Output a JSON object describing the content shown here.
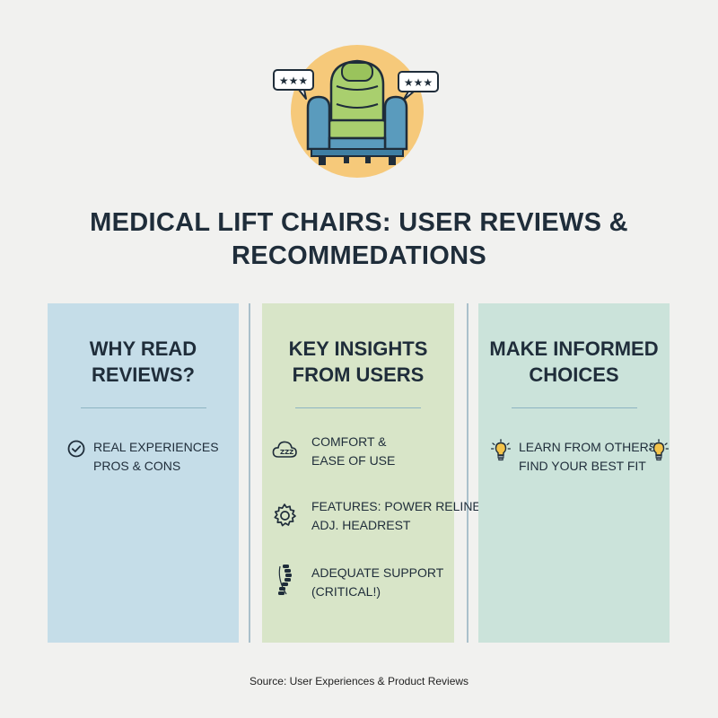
{
  "title": {
    "line1": "MEDICAL LIFT CHAIRS: USER REVIEWS &",
    "line2": "RECOMMEDATIONS"
  },
  "hero": {
    "icon": "lift-chair-icon",
    "bubble_left": "★★★",
    "bubble_right": "★★★"
  },
  "columns": [
    {
      "heading": [
        "WHY READ",
        "REVIEWS?"
      ],
      "items": [
        {
          "icon": "checkmark-icon",
          "lines": [
            "REAL EXPERIENCES",
            "PROS & CONS"
          ]
        }
      ]
    },
    {
      "heading": [
        "KEY INSIGHTS",
        "FROM USERS"
      ],
      "items": [
        {
          "icon": "cloud-sleep-icon",
          "lines": [
            "COMFORT &",
            "EASE OF USE"
          ]
        },
        {
          "icon": "gear-icon",
          "lines": [
            "FEATURES: POWER RELINE,",
            "ADJ. HEADREST"
          ]
        },
        {
          "icon": "spine-icon",
          "lines": [
            "ADEQUATE SUPPORT",
            "(CRITICAL!)"
          ]
        }
      ]
    },
    {
      "heading": [
        "MAKE INFORMED",
        "CHOICES"
      ],
      "items": [
        {
          "icon": "lightbulb-icon",
          "lines": [
            "LEARN FROM OTHERS",
            "FIND YOUR BEST FIT"
          ]
        }
      ]
    }
  ],
  "source": "Source: User Experiences & Product Reviews",
  "colors": {
    "background": "#f1f1ef",
    "column_blue": "#c5dde8",
    "column_green": "#d8e5c8",
    "column_teal": "#cbe3da",
    "hero_circle": "#f6c97a",
    "text": "#1f2d3a"
  }
}
